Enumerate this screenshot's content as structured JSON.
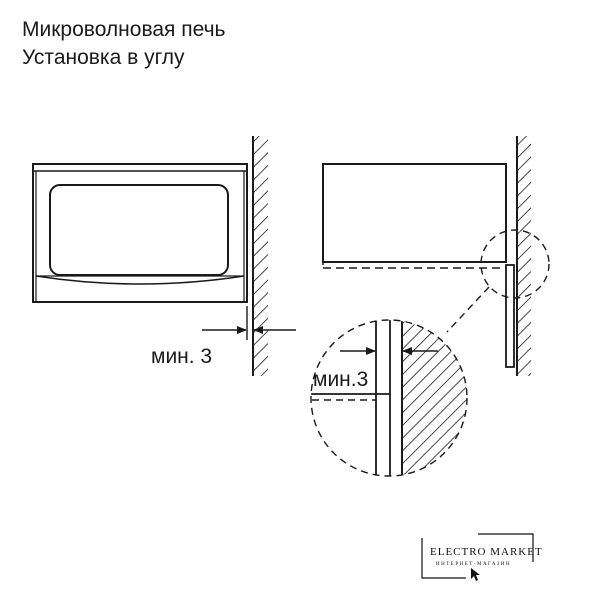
{
  "header": {
    "title_line1": "Микроволновая печь",
    "title_line2": "Установка в углу"
  },
  "labels": {
    "min_gap_left": "мин. 3",
    "min_gap_detail": "мин.3"
  },
  "watermark": {
    "brand": "ELECTRO MARKET",
    "tagline": "ИНТЕРНЕТ-МАГАЗИН"
  },
  "colors": {
    "ink": "#1a1a1a",
    "background": "#ffffff"
  }
}
